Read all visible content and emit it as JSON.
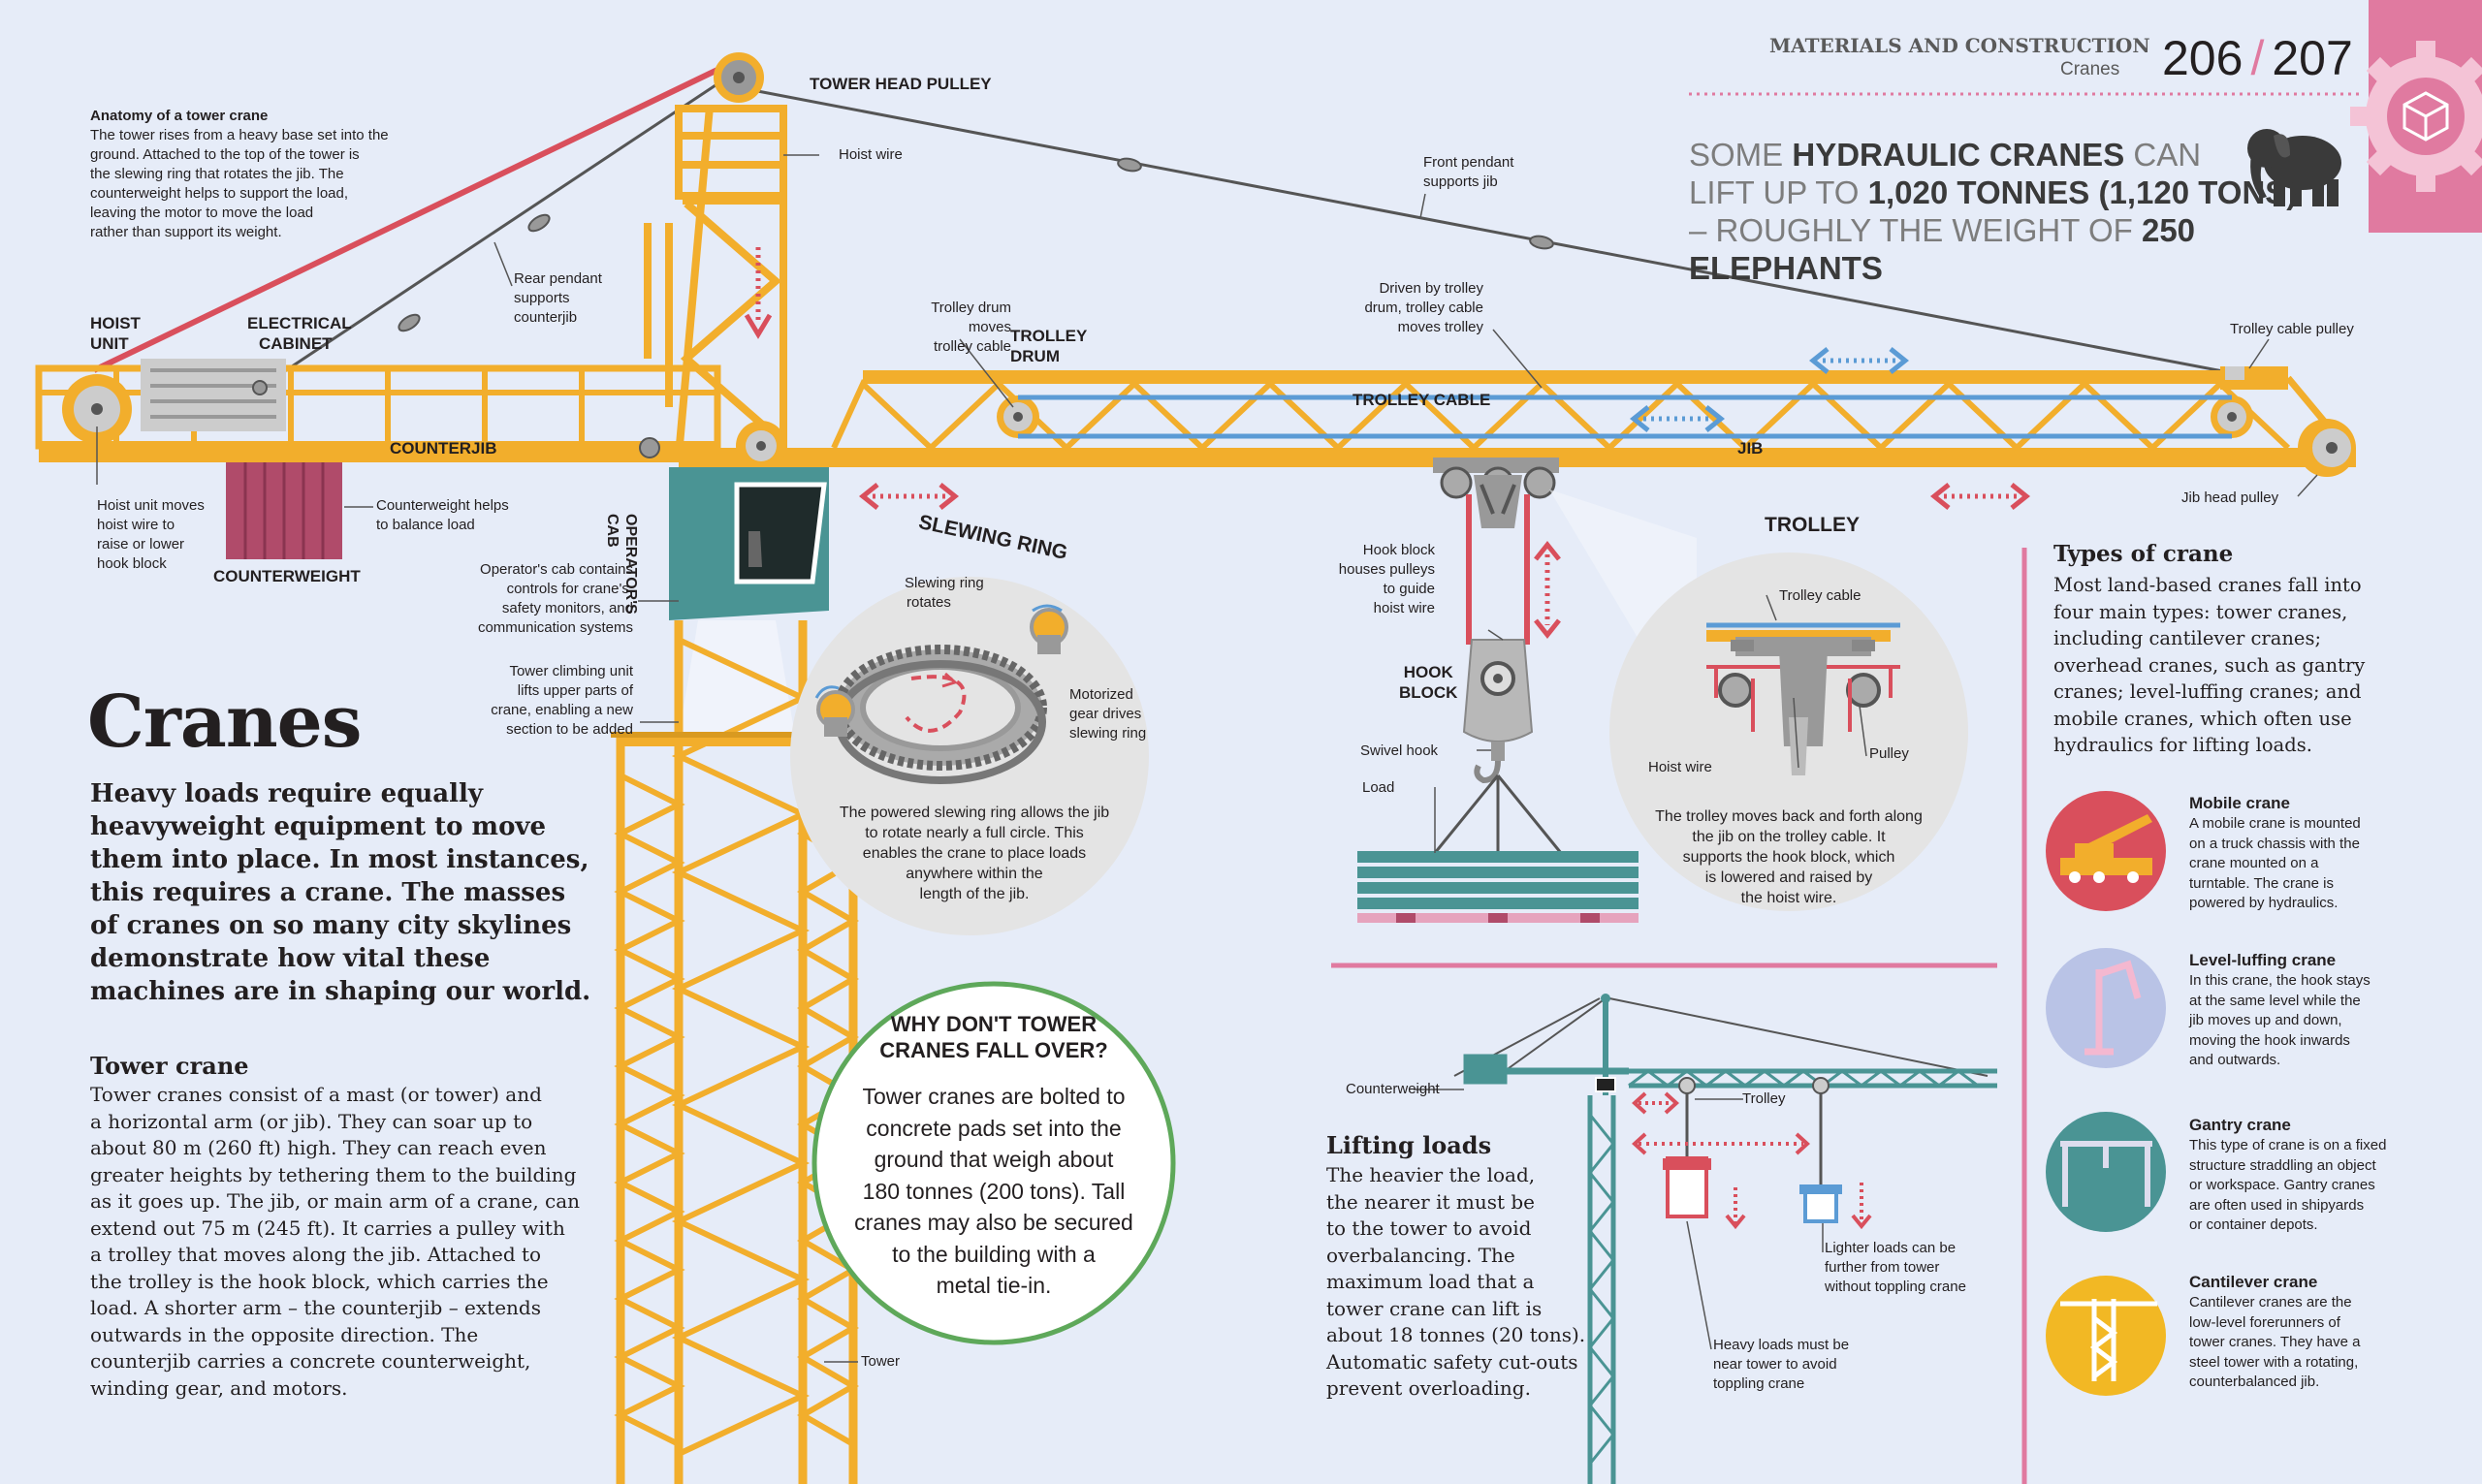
{
  "header": {
    "section": "MATERIALS AND CONSTRUCTION",
    "subsection": "Cranes",
    "page_left": "206",
    "page_sep": "/",
    "page_right": "207"
  },
  "fact": {
    "line1_pre": "SOME ",
    "line1_bold": "HYDRAULIC CRANES",
    "line1_post": " CAN",
    "line2_pre": "LIFT UP TO ",
    "line2_bold": "1,020 TONNES (1,120 TONS)",
    "line3_pre": "– ROUGHLY THE WEIGHT OF ",
    "line3_bold": "250 ELEPHANTS"
  },
  "anatomy": {
    "title": "Anatomy of a tower crane",
    "lines": [
      "The tower rises from a heavy base set into the",
      "ground. Attached to the top of the tower is",
      "the slewing ring that rotates the jib. The",
      "counterweight helps to support the load,",
      "leaving the motor to move the load",
      "rather than support its weight."
    ]
  },
  "labels": {
    "tower_head_pulley": "TOWER HEAD PULLEY",
    "hoist_wire": "Hoist wire",
    "front_pendant": [
      "Front pendant",
      "supports jib"
    ],
    "rear_pendant": [
      "Rear pendant",
      "supports",
      "counterjib"
    ],
    "hoist_unit": [
      "HOIST",
      "UNIT"
    ],
    "electrical_cabinet": [
      "ELECTRICAL",
      "CABINET"
    ],
    "trolley_drum_moves": [
      "Trolley drum",
      "moves",
      "trolley cable"
    ],
    "trolley_drum": [
      "TROLLEY",
      "DRUM"
    ],
    "driven_by_trolley": [
      "Driven by trolley",
      "drum, trolley cable",
      "moves trolley"
    ],
    "trolley_cable_pulley": "Trolley cable pulley",
    "trolley_cable": "TROLLEY CABLE",
    "counterjib": "COUNTERJIB",
    "jib": "JIB",
    "jib_head_pulley": "Jib head pulley",
    "hoist_unit_moves": [
      "Hoist unit moves",
      "hoist wire to",
      "raise or lower",
      "hook block"
    ],
    "counterweight": "COUNTERWEIGHT",
    "counterweight_helps": [
      "Counterweight helps",
      "to balance load"
    ],
    "operators_cab": [
      "OPERATOR'S",
      "CAB"
    ],
    "cab_contains": [
      "Operator's cab contains",
      "controls for crane's,",
      "safety monitors, and",
      "communication systems"
    ],
    "climbing_unit": [
      "Tower climbing unit",
      "lifts upper parts of",
      "crane, enabling a new",
      "section to be added"
    ],
    "tower": "Tower",
    "hook_block_houses": [
      "Hook block",
      "houses pulleys",
      "to guide",
      "hoist wire"
    ],
    "hook_block": [
      "HOOK",
      "BLOCK"
    ],
    "swivel_hook": "Swivel hook",
    "load": "Load"
  },
  "slewing": {
    "title": "SLEWING RING",
    "rotates": [
      "Slewing ring",
      "rotates"
    ],
    "gear": [
      "Motorized",
      "gear drives",
      "slewing ring"
    ],
    "caption": [
      "The powered slewing ring allows the jib",
      "to rotate nearly a full circle. This",
      "enables the crane to place loads",
      "anywhere within the",
      "length of the jib."
    ]
  },
  "trolley": {
    "title": "TROLLEY",
    "cable": "Trolley cable",
    "hoist_wire": "Hoist wire",
    "pulley": "Pulley",
    "caption": [
      "The trolley moves back and forth along",
      "the jib on the trolley cable. It",
      "supports the hook block, which",
      "is lowered and raised by",
      "the hoist wire."
    ]
  },
  "main": {
    "title": "Cranes",
    "intro": [
      "Heavy loads require equally",
      "heavyweight equipment to move",
      "them into place. In most instances,",
      "this requires a crane. The masses",
      "of cranes on so many city skylines",
      "demonstrate how vital these",
      "machines are in shaping our world."
    ],
    "tower_heading": "Tower crane",
    "tower_body": [
      "Tower cranes consist of a mast (or tower) and",
      "a horizontal arm (or jib). They can soar up to",
      "about 80 m (260 ft) high. They can reach even",
      "greater heights by tethering them to the building",
      "as it goes up. The jib, or main arm of a crane, can",
      "extend out 75 m (245 ft). It carries a pulley with",
      "a trolley that moves along the jib. Attached to",
      "the trolley is the hook block, which carries the",
      "load. A shorter arm – the counterjib – extends",
      "outwards in the opposite direction. The",
      "counterjib carries a concrete counterweight,",
      "winding gear, and motors."
    ]
  },
  "fallover": {
    "heading": [
      "WHY DON'T TOWER",
      "CRANES FALL OVER?"
    ],
    "body": [
      "Tower cranes are bolted to",
      "concrete pads set into the",
      "ground that weigh about",
      "180 tonnes (200 tons). Tall",
      "cranes may also be secured",
      "to the building with a",
      "metal tie-in."
    ]
  },
  "lifting": {
    "heading": "Lifting loads",
    "body": [
      "The heavier the load,",
      "the nearer it must be",
      "to the tower to avoid",
      "overbalancing. The",
      "maximum load that a",
      "tower crane can lift is",
      "about 18 tonnes (20 tons).",
      "Automatic safety cut-outs",
      "prevent overloading."
    ],
    "counterweight": "Counterweight",
    "trolley": "Trolley",
    "lighter": [
      "Lighter loads can be",
      "further from tower",
      "without toppling crane"
    ],
    "heavy": [
      "Heavy loads must be",
      "near tower to avoid",
      "toppling crane"
    ]
  },
  "types": {
    "heading": "Types of crane",
    "intro": [
      "Most land-based cranes fall into",
      "four main types: tower cranes,",
      "including cantilever cranes;",
      "overhead cranes, such as gantry",
      "cranes; level-luffing cranes; and",
      "mobile cranes, which often use",
      "hydraulics for lifting loads."
    ],
    "items": [
      {
        "name": "Mobile crane",
        "lines": [
          "A mobile crane is mounted",
          "on a truck chassis with the",
          "crane mounted on a",
          "turntable. The crane is",
          "powered by hydraulics."
        ],
        "color": "#d94f5c"
      },
      {
        "name": "Level-luffing crane",
        "lines": [
          "In this crane, the hook stays",
          "at the same level while the",
          "jib moves up and down,",
          "moving the hook inwards",
          "and outwards."
        ],
        "color": "#b9c3e6"
      },
      {
        "name": "Gantry crane",
        "lines": [
          "This type of crane is on a fixed",
          "structure straddling an object",
          "or workspace. Gantry cranes",
          "are often used in shipyards",
          "or container depots."
        ],
        "color": "#4a9494"
      },
      {
        "name": "Cantilever crane",
        "lines": [
          "Cantilever cranes are the",
          "low-level forerunners of",
          "tower cranes. They have a",
          "steel tower with a rotating,",
          "counterbalanced jib."
        ],
        "color": "#f2b824"
      }
    ]
  },
  "icons": {
    "corner": "gear-cube-icon",
    "elephant": "elephant-icon"
  },
  "colors": {
    "background": "#e6ecf8",
    "crane_yellow": "#f2ae2c",
    "wire_red": "#d94f5c",
    "cable_blue": "#5b9bd5",
    "teal": "#4a9494",
    "pink": "#e07aa0"
  }
}
